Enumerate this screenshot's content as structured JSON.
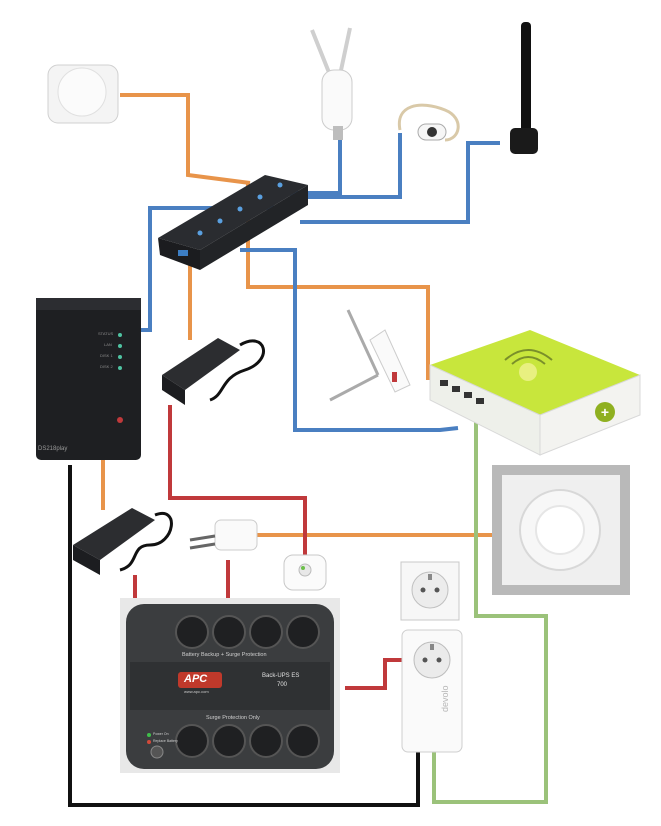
{
  "ups": {
    "brand": "APC",
    "brand_url": "www.apc.com",
    "model_line1": "Back-UPS ES",
    "model_line2": "700",
    "top_bank_label": "Battery Backup + Surge Protection",
    "bottom_bank_label": "Surge Protection Only",
    "led_power": "Power On",
    "led_replace": "Replace Battery"
  },
  "nas": {
    "model": "DS218play",
    "leds": [
      "STATUS",
      "LAN",
      "DISK 1",
      "DISK 2"
    ]
  },
  "plc": {
    "brand": "devolo"
  },
  "colors": {
    "usb": "#e8944a",
    "ethernet": "#4a7fc1",
    "power": "#c0393b",
    "phone": "#9bc27a",
    "black": "#111111",
    "router_green": "#c8e63c"
  },
  "icons": {
    "motion_sensor": "motion-sensor-icon",
    "wifi_dongle": "wifi-dongle-icon",
    "zwave_antenna": "antenna-icon",
    "usb_hub": "usb-hub-icon",
    "nas": "nas-icon",
    "lte_modem": "lte-modem-icon",
    "box_router": "home-automation-box-icon",
    "dimmer_knob": "wall-dimmer-icon",
    "power_adapter": "power-adapter-icon",
    "smart_plug": "smart-plug-icon",
    "usb_charger": "usb-charger-icon",
    "wall_socket": "wall-socket-icon",
    "powerline": "powerline-adapter-icon",
    "ups": "ups-icon"
  }
}
